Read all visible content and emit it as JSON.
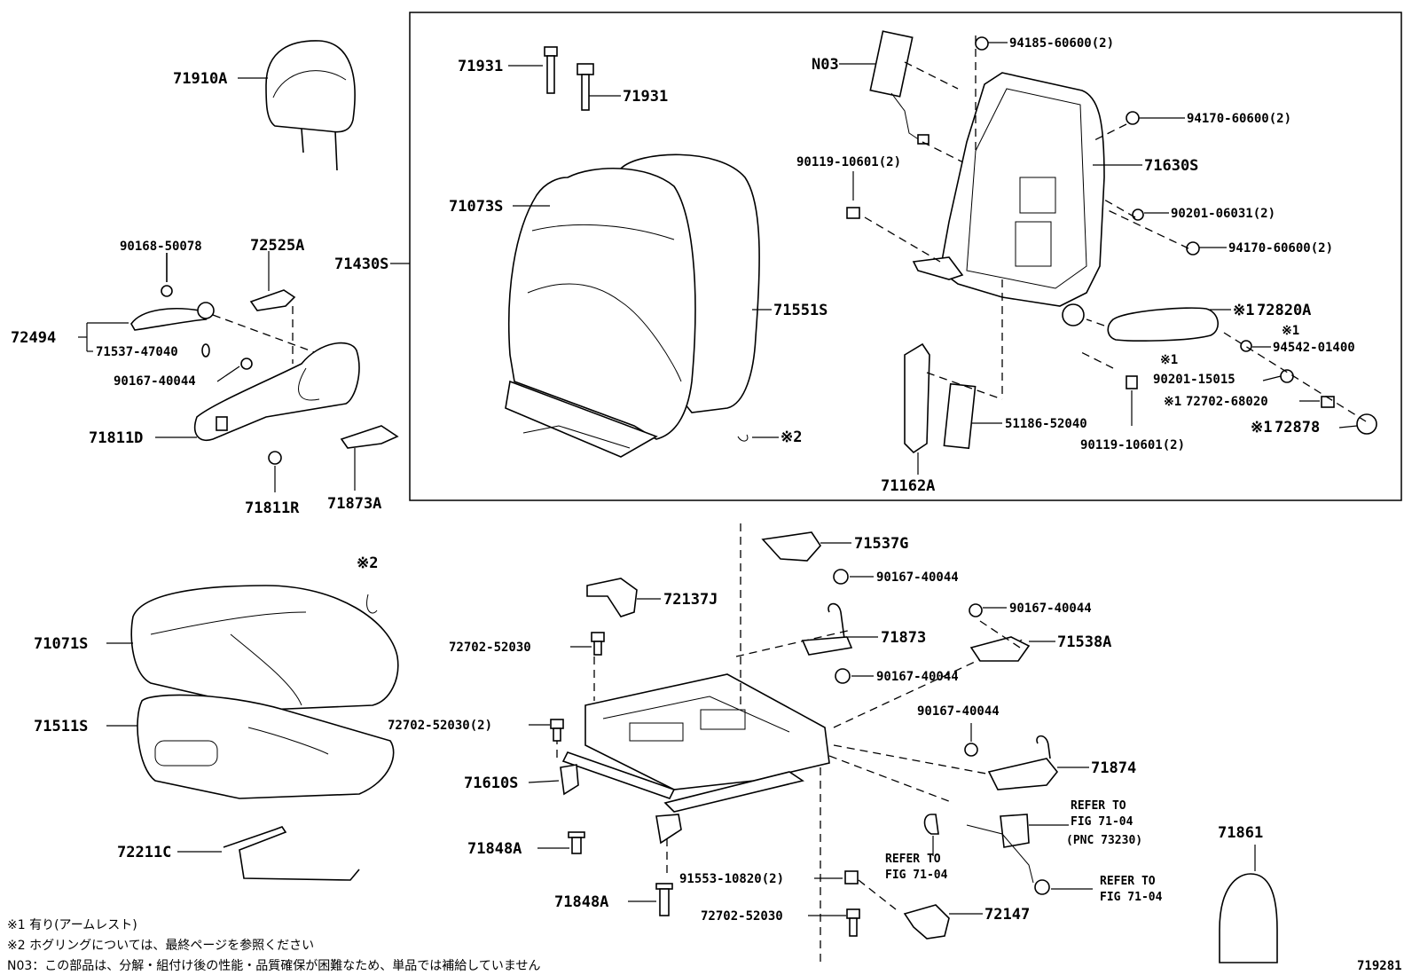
{
  "labels": {
    "l71910A": "71910A",
    "l90168": "90168-50078",
    "l72525A": "72525A",
    "l71430S": "71430S",
    "l72494": "72494",
    "l71537_47040": "71537-47040",
    "l90167a": "90167-40044",
    "l71811D": "71811D",
    "l71811R": "71811R",
    "l71873A": "71873A",
    "l71931a": "71931",
    "l71931b": "71931",
    "l71073S": "71073S",
    "l71551S": "71551S",
    "lN03": "N03",
    "l94185": "94185-60600(2)",
    "l94170a": "94170-60600(2)",
    "l90119a": "90119-10601(2)",
    "l71630S": "71630S",
    "l90201a": "90201-06031(2)",
    "l94170b": "94170-60600(2)",
    "l72820A": "72820A",
    "lmark1": "※1",
    "l94542": "94542-01400",
    "lmark2": "※1",
    "l90201b": "90201-15015",
    "l72702_68020": "72702-68020",
    "l72878": "72878",
    "l90119b": "90119-10601(2)",
    "l51186": "51186-52040",
    "l71162A": "71162A",
    "lnote2": "※2",
    "l72820pre": "※1",
    "l72702pre": "※1",
    "l72878pre": "※1",
    "lnote2b": "※2",
    "l71071S": "71071S",
    "l71511S": "71511S",
    "l72211C": "72211C",
    "l71537G": "71537G",
    "l90167b": "90167-40044",
    "l72137J": "72137J",
    "l72702_52030a": "72702-52030",
    "l71873": "71873",
    "l90167c": "90167-40044",
    "l71538A": "71538A",
    "l90167d": "90167-40044",
    "l72702_52030b": "72702-52030(2)",
    "l90167e": "90167-40044",
    "l71610S": "71610S",
    "l71874": "71874",
    "l71848Aa": "71848A",
    "l71848Ab": "71848A",
    "l91553": "91553-10820(2)",
    "l72702_52030c": "72702-52030",
    "l72147": "72147",
    "lrefer1a": "REFER TO",
    "lrefer1b": "FIG 71-04",
    "lrefer2a": "REFER TO",
    "lrefer2b": "FIG 71-04",
    "lpnc": "(PNC 73230)",
    "lrefer3a": "REFER TO",
    "lrefer3b": "FIG 71-04",
    "l71861": "71861",
    "fig_no": "719281"
  },
  "notes": {
    "n1": "※1 有り(アームレスト)",
    "n2": "※2 ホグリングについては、最終ページを参照ください",
    "n3": "N03：この部品は、分解・組付け後の性能・品質確保が困難なため、単品では補給していません"
  }
}
